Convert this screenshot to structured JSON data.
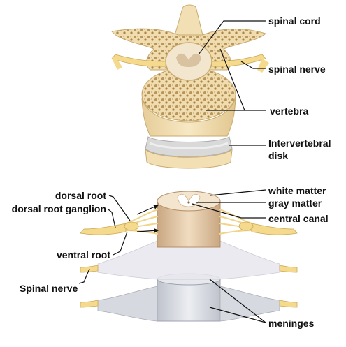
{
  "top_labels": {
    "spinal_cord": "spinal cord",
    "spinal_nerve": "spinal nerve",
    "vertebra": "vertebra",
    "intervertebral_line1": "Intervertebral",
    "intervertebral_line2": "disk"
  },
  "bottom_labels": {
    "white_matter": "white matter",
    "gray_matter": "gray matter",
    "central_canal": "central canal",
    "dorsal_root": "dorsal root",
    "dorsal_root_ganglion": "dorsal root ganglion",
    "ventral_root": "ventral root",
    "spinal_nerve": "Spinal nerve",
    "meninges": "meninges"
  },
  "colors": {
    "bone": "#f2dfb4",
    "bone_shadow": "#d9c08a",
    "spongy": "#c9aa6e",
    "nerve": "#f5d98c",
    "cord_tan": "#e8cfa8",
    "disk": "#d8d8d8",
    "meninges": "#d9dde6",
    "label": "#111111"
  }
}
